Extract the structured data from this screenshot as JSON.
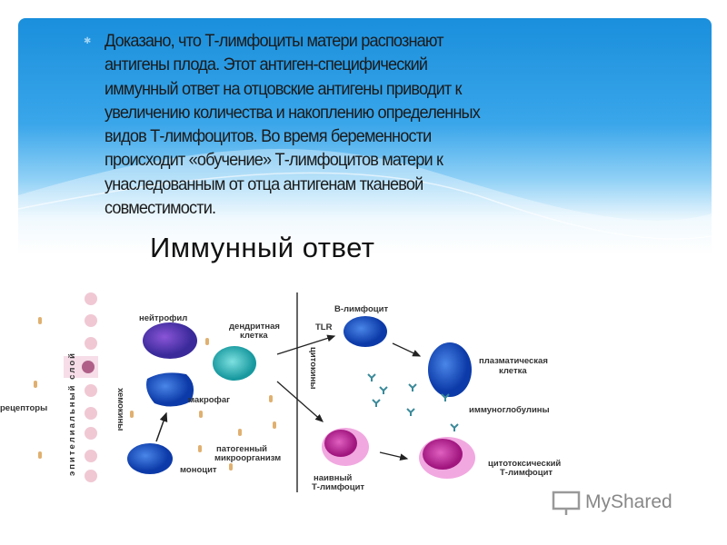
{
  "slide": {
    "paragraph_lines": [
      "Доказано, что Т-лимфоциты матери распознают",
      "антигены плода. Этот антиген-специфический",
      "иммунный ответ на отцовские антигены приводит к",
      "увеличению количества и накоплению определенных",
      "видов Т-лимфоцитов. Во время беременности",
      "происходит «обучение» Т-лимфоцитов  матери к",
      "унаследованным от отца антигенам тканевой",
      "совместимости."
    ],
    "diagram_title": "Иммунный ответ",
    "panel_color": "#1a8fdc"
  },
  "diagram": {
    "epithelial_layer": "эпителиальный слой",
    "receptors": "рецепторы",
    "chemokines": "хемокины",
    "neutrophil": "нейтрофил",
    "dendritic_1": "дендритная",
    "dendritic_2": "клетка",
    "macrophage": "макрофаг",
    "monocyte": "моноцит",
    "pathogen_1": "патогенный",
    "pathogen_2": "микроорганизм",
    "cytokines": "цитокины",
    "b_lymphocyte": "В-лимфоцит",
    "tlr": "TLR",
    "plasma_1": "плазматическая",
    "plasma_2": "клетка",
    "immunoglobulins": "иммуноглобулины",
    "naive_1": "наивный",
    "naive_2": "Т-лимфоцит",
    "cytotoxic_1": "цитотоксический",
    "cytotoxic_2": "Т-лимфоцит"
  },
  "watermark": {
    "text": "MyShared"
  }
}
